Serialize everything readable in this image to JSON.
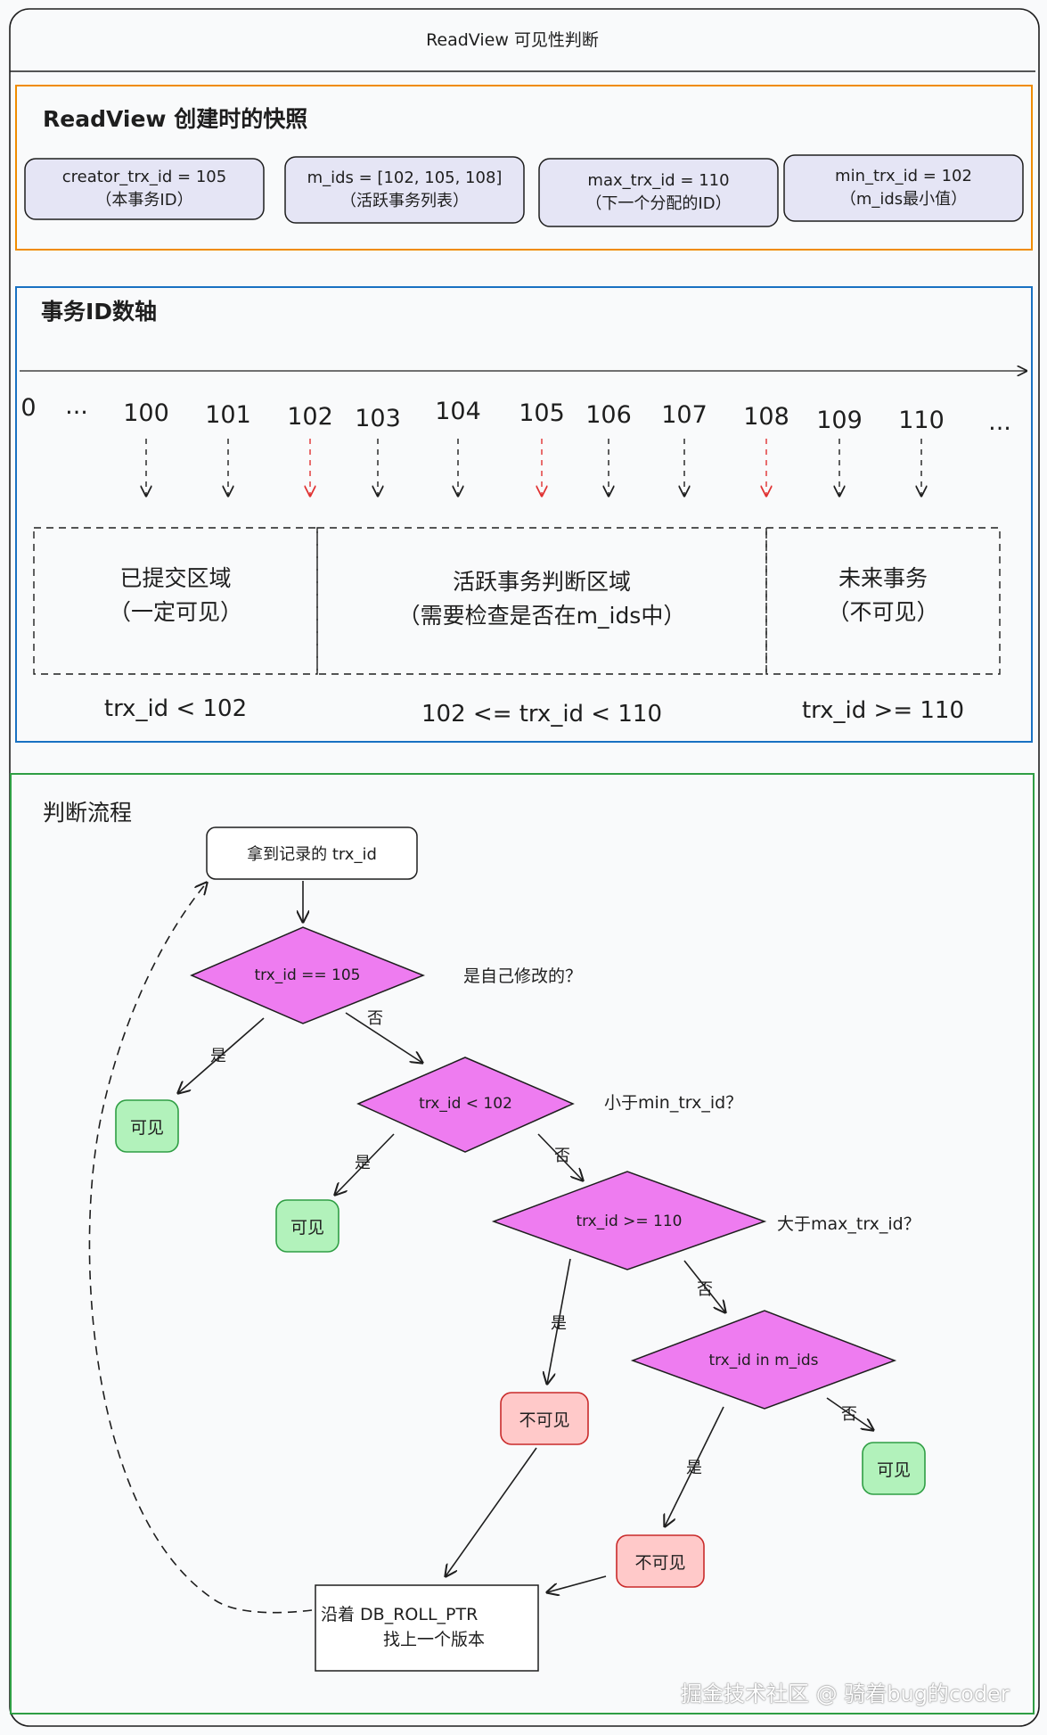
{
  "page_title": "ReadView 可见性判断",
  "snapshot": {
    "title": "ReadView 创建时的快照",
    "fields": [
      {
        "line1": "creator_trx_id = 105",
        "line2": "（本事务ID）"
      },
      {
        "line1": "m_ids = [102, 105, 108]",
        "line2": "（活跃事务列表）"
      },
      {
        "line1": "max_trx_id = 110",
        "line2": "（下一个分配的ID）"
      },
      {
        "line1": "min_trx_id = 102",
        "line2": "（m_ids最小值）"
      }
    ]
  },
  "axis": {
    "title": "事务ID数轴",
    "ticks": [
      "0",
      "...",
      "100",
      "101",
      "102",
      "103",
      "104",
      "105",
      "106",
      "107",
      "108",
      "109",
      "110",
      "..."
    ],
    "highlighted": [
      "102",
      "105",
      "108"
    ],
    "zones": [
      {
        "title": "已提交区域",
        "subtitle": "（一定可见）",
        "range": "trx_id < 102"
      },
      {
        "title": "活跃事务判断区域",
        "subtitle": "（需要检查是否在m_ids中）",
        "range": "102 <= trx_id < 110"
      },
      {
        "title": "未来事务",
        "subtitle": "（不可见）",
        "range": "trx_id >=  110"
      }
    ]
  },
  "flow": {
    "title": "判断流程",
    "start": "拿到记录的 trx_id",
    "decisions": [
      {
        "label": "trx_id == 105",
        "question": "是自己修改的？"
      },
      {
        "label": "trx_id < 102",
        "question": "小于min_trx_id？"
      },
      {
        "label": "trx_id >= 110",
        "question": "大于max_trx_id？"
      },
      {
        "label": "trx_id   in m_ids",
        "question": ""
      }
    ],
    "yes_label": "是",
    "no_label": "否",
    "visible_label": "可见",
    "invisible_label": "不可见",
    "rollback_line1": "沿着 DB_ROLL_PTR",
    "rollback_line2": "找上一个版本"
  },
  "watermark": "掘金技术社区 @ 骑着bug的coder",
  "colors": {
    "snapshot_border": "#f08c00",
    "axis_border": "#1971c2",
    "flow_border": "#2f9e44",
    "field_fill": "#e5e5f5",
    "diamond_fill": "#ee7cf0",
    "visible_fill": "#b2f2bb",
    "visible_border": "#2f9e44",
    "invisible_fill": "#ffc9c9",
    "invisible_border": "#c92a2a",
    "active_arrow": "#e03131"
  }
}
